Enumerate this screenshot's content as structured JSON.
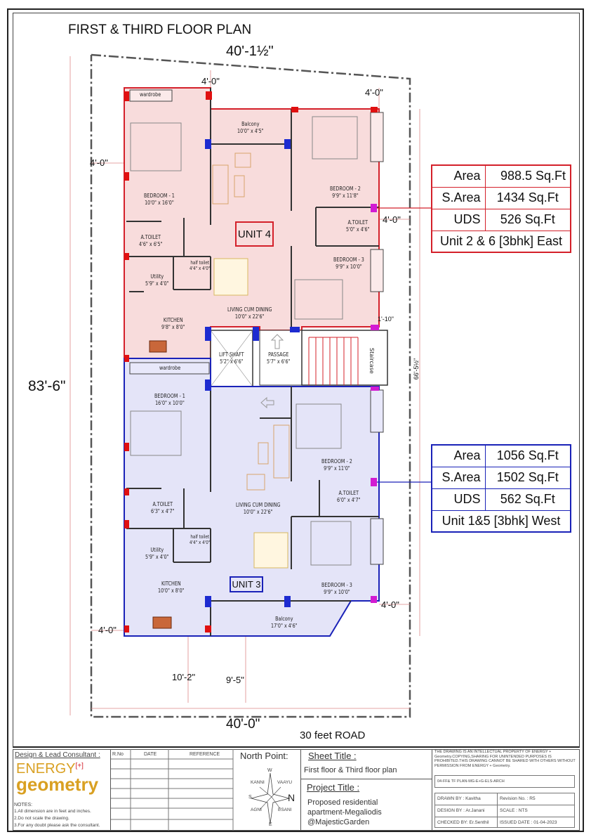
{
  "title": "FIRST & THIRD FLOOR PLAN",
  "dimensions": {
    "top_width": "40'-1½\"",
    "bottom_width": "40'-0\"",
    "total_depth": "83'-6\"",
    "right_depth": "66'-5½\"",
    "setback_top_left": "4'-0\"",
    "setback_top_right": "4'-0\"",
    "setback_left_upper": "4'-0\"",
    "setback_right_mid": "4'-0\"",
    "setback_right_lower": "4'-0\"",
    "setback_left_lower": "4'-0\"",
    "stair_gap": "1'-10\"",
    "bottom_a": "10'-2\"",
    "bottom_b": "9'-5\""
  },
  "road_label": "30 feet ROAD",
  "unit4": {
    "label": "UNIT 4",
    "rooms": [
      {
        "name": "wardrobe",
        "size": ""
      },
      {
        "name": "BEDROOM - 1",
        "size": "10'0\" x 16'0\""
      },
      {
        "name": "A.TOILET",
        "size": "4'6\" x 6'5\""
      },
      {
        "name": "Utility",
        "size": "5'9\" x 4'0\""
      },
      {
        "name": "half toilet",
        "size": "4'4\" x 4'0\""
      },
      {
        "name": "KITCHEN",
        "size": "9'8\" x 8'0\""
      },
      {
        "name": "Balcony",
        "size": "10'0\" x 4'5\""
      },
      {
        "name": "LIVING CUM DINING",
        "size": "10'0\" x 22'6\""
      },
      {
        "name": "BEDROOM - 2",
        "size": "9'9\" x 11'8\""
      },
      {
        "name": "A.TOILET",
        "size": "5'0\" x 4'6\""
      },
      {
        "name": "BEDROOM - 3",
        "size": "9'9\" x 10'0\""
      }
    ]
  },
  "core": {
    "lift": "LIFT SHAFT",
    "lift_size": "5'2\" x 6'6\"",
    "passage": "PASSAGE",
    "passage_size": "5'7\" x 6'6\"",
    "staircase": "Staircase",
    "wardrobe": "wardrobe"
  },
  "unit3": {
    "label": "UNIT 3",
    "rooms": [
      {
        "name": "wardrobe",
        "size": ""
      },
      {
        "name": "BEDROOM - 1",
        "size": "16'0\" x 10'0\""
      },
      {
        "name": "A.TOILET",
        "size": "6'3\" x 4'7\""
      },
      {
        "name": "Utility",
        "size": "5'9\" x 4'0\""
      },
      {
        "name": "half toilet",
        "size": "4'4\" x 4'0\""
      },
      {
        "name": "KITCHEN",
        "size": "10'0\" x 8'0\""
      },
      {
        "name": "LIVING CUM DINING",
        "size": "10'0\" x 22'6\""
      },
      {
        "name": "BEDROOM - 2",
        "size": "9'9\" x 11'0\""
      },
      {
        "name": "A.TOILET",
        "size": "6'0\" x 4'7\""
      },
      {
        "name": "BEDROOM - 3",
        "size": "9'9\" x 10'0\""
      },
      {
        "name": "Balcony",
        "size": "17'0\" x 4'6\""
      }
    ]
  },
  "table_east": {
    "rows": [
      [
        "Area",
        "988.5 Sq.Ft"
      ],
      [
        "S.Area",
        "1434 Sq.Ft"
      ],
      [
        "UDS",
        "526 Sq.Ft"
      ]
    ],
    "footer": "Unit 2 & 6 [3bhk] East",
    "color": "#d4202a"
  },
  "table_west": {
    "rows": [
      [
        "Area",
        "1056 Sq.Ft"
      ],
      [
        "S.Area",
        "1502 Sq.Ft"
      ],
      [
        "UDS",
        "562 Sq.Ft"
      ]
    ],
    "footer": "Unit 1&5 [3bhk] West",
    "color": "#1a22b8"
  },
  "title_block": {
    "consultant_label": "Design & Lead Consultant :",
    "logo_top": "ENERGY",
    "logo_mark": "[+]",
    "logo_bottom": "geometry",
    "notes_title": "NOTES:",
    "notes": [
      "1.All dimension are in feet and inches.",
      "2.Do not scale the drawing.",
      "3.For any doubt please ask the consultant."
    ],
    "rev_headers": [
      "R.No",
      "DATE",
      "REFERENCE"
    ],
    "north_label": "North Point:",
    "compass": {
      "w": "W",
      "n": "N",
      "s": "S",
      "e": "E",
      "kanni": "KANNI",
      "vaayu": "VAAYU",
      "agni": "AGNI",
      "esani": "ESANI"
    },
    "sheet_title_label": "Sheet Title :",
    "sheet_title": "First floor & Third floor plan",
    "project_title_label": "Project Title :",
    "project_title": [
      "Proposed residential",
      "apartment-Megaliodis",
      "@MajesticGarden"
    ],
    "copyright": "THE DRAWING IS AN INTELLECTUAL PROPERTY OF ENERGY + Geometry.COPYING,SHARING FOR UNINTENDED PURPOSES IS PROHIBITED.THIS DRAWING CANNOT BE SHARED WITH OTHERS WITHOUT PERMISSION FROM ENERGY + Geometry.",
    "drawing_no": "04-FF& TF PLAN-MG-E+G-ELS-ARCH",
    "drawn_by": "DRAWN BY : Kavitha",
    "revision": "Revision No. : R5",
    "design_by": "DESIGN BY : Ar.Janani",
    "scale": "SCALE :  NTS",
    "checked_by": "CHECKED BY: Er.Senthil",
    "issued": "ISSUED DATE : 01-04-2023"
  }
}
